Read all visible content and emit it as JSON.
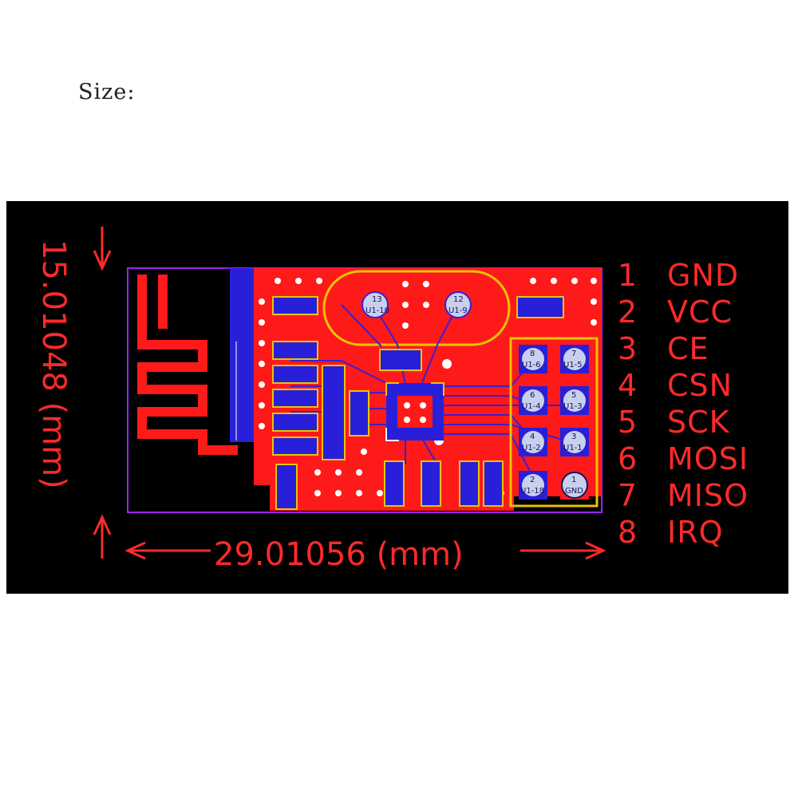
{
  "caption": "Size:",
  "dimensions": {
    "height_label": "15.01048 (mm)",
    "width_label": "29.01056 (mm)"
  },
  "pinout": [
    {
      "num": "1",
      "name": "GND"
    },
    {
      "num": "2",
      "name": "VCC"
    },
    {
      "num": "3",
      "name": "CE"
    },
    {
      "num": "4",
      "name": "CSN"
    },
    {
      "num": "5",
      "name": "SCK"
    },
    {
      "num": "6",
      "name": "MOSI"
    },
    {
      "num": "7",
      "name": "MISO"
    },
    {
      "num": "8",
      "name": "IRQ"
    }
  ],
  "header_pads": [
    {
      "n": "8",
      "ref": "U1-6"
    },
    {
      "n": "7",
      "ref": "U1-5"
    },
    {
      "n": "6",
      "ref": "U1-4"
    },
    {
      "n": "5",
      "ref": "U1-3"
    },
    {
      "n": "4",
      "ref": "U1-2"
    },
    {
      "n": "3",
      "ref": "U1-1"
    },
    {
      "n": "2",
      "ref": "U1-18"
    },
    {
      "n": "1",
      "ref": "GND"
    }
  ],
  "crystal_pads": [
    {
      "n": "13",
      "ref": "U1-10"
    },
    {
      "n": "12",
      "ref": "U1-9"
    }
  ],
  "colors": {
    "background": "#000000",
    "copper": "#ff1a1a",
    "trace": "#3a1fd0",
    "silkscreen": "#e8c400",
    "outline": "#a020f0",
    "text": "#ff2a2a"
  }
}
